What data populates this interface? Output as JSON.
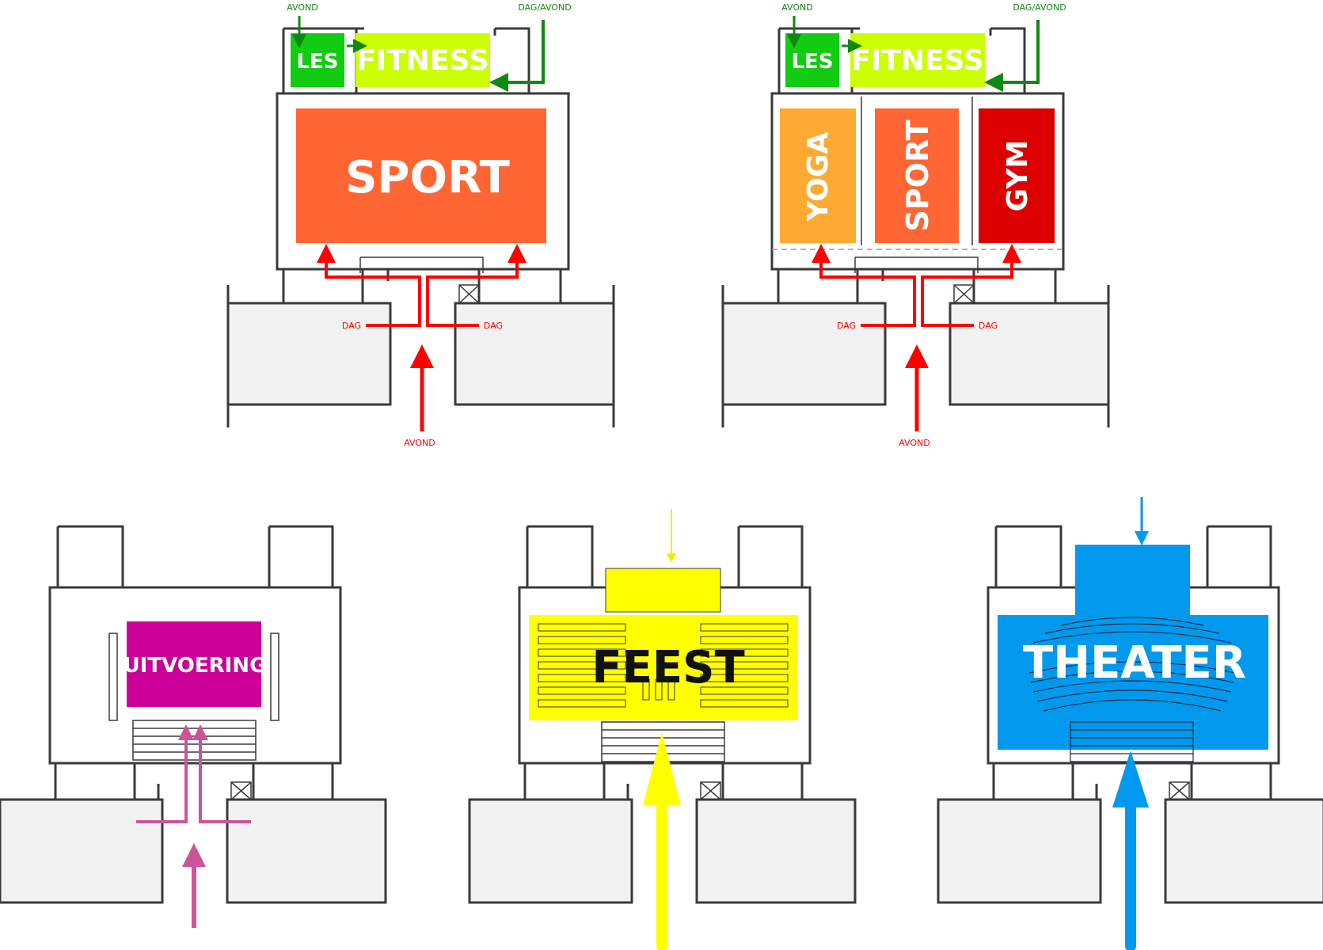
{
  "colors": {
    "les": "#11cc11",
    "fitness": "#ccff00",
    "sport": "#ff6633",
    "yoga": "#ffaa33",
    "gym": "#dd0000",
    "uitvoering": "#cc0099",
    "feest": "#ffff00",
    "theater": "#0099ee",
    "red_arrow": "#ff0000",
    "green_arrow": "#118811",
    "pink_arrow": "#cc5599"
  },
  "plan1": {
    "avond_top": "AVOND",
    "dag_avond": "DAG/AVOND",
    "les": "LES",
    "fitness": "FITNESS",
    "sport": "SPORT",
    "dag_left": "DAG",
    "dag_right": "DAG",
    "avond_bottom": "AVOND"
  },
  "plan2": {
    "avond_top": "AVOND",
    "dag_avond": "DAG/AVOND",
    "les": "LES",
    "fitness": "FITNESS",
    "yoga": "YOGA",
    "sport": "SPORT",
    "gym": "GYM",
    "dag_left": "DAG",
    "dag_right": "DAG",
    "avond_bottom": "AVOND"
  },
  "plan3": {
    "uitvoering": "UITVOERING"
  },
  "plan4": {
    "feest": "FEEST"
  },
  "plan5": {
    "theater": "THEATER"
  }
}
